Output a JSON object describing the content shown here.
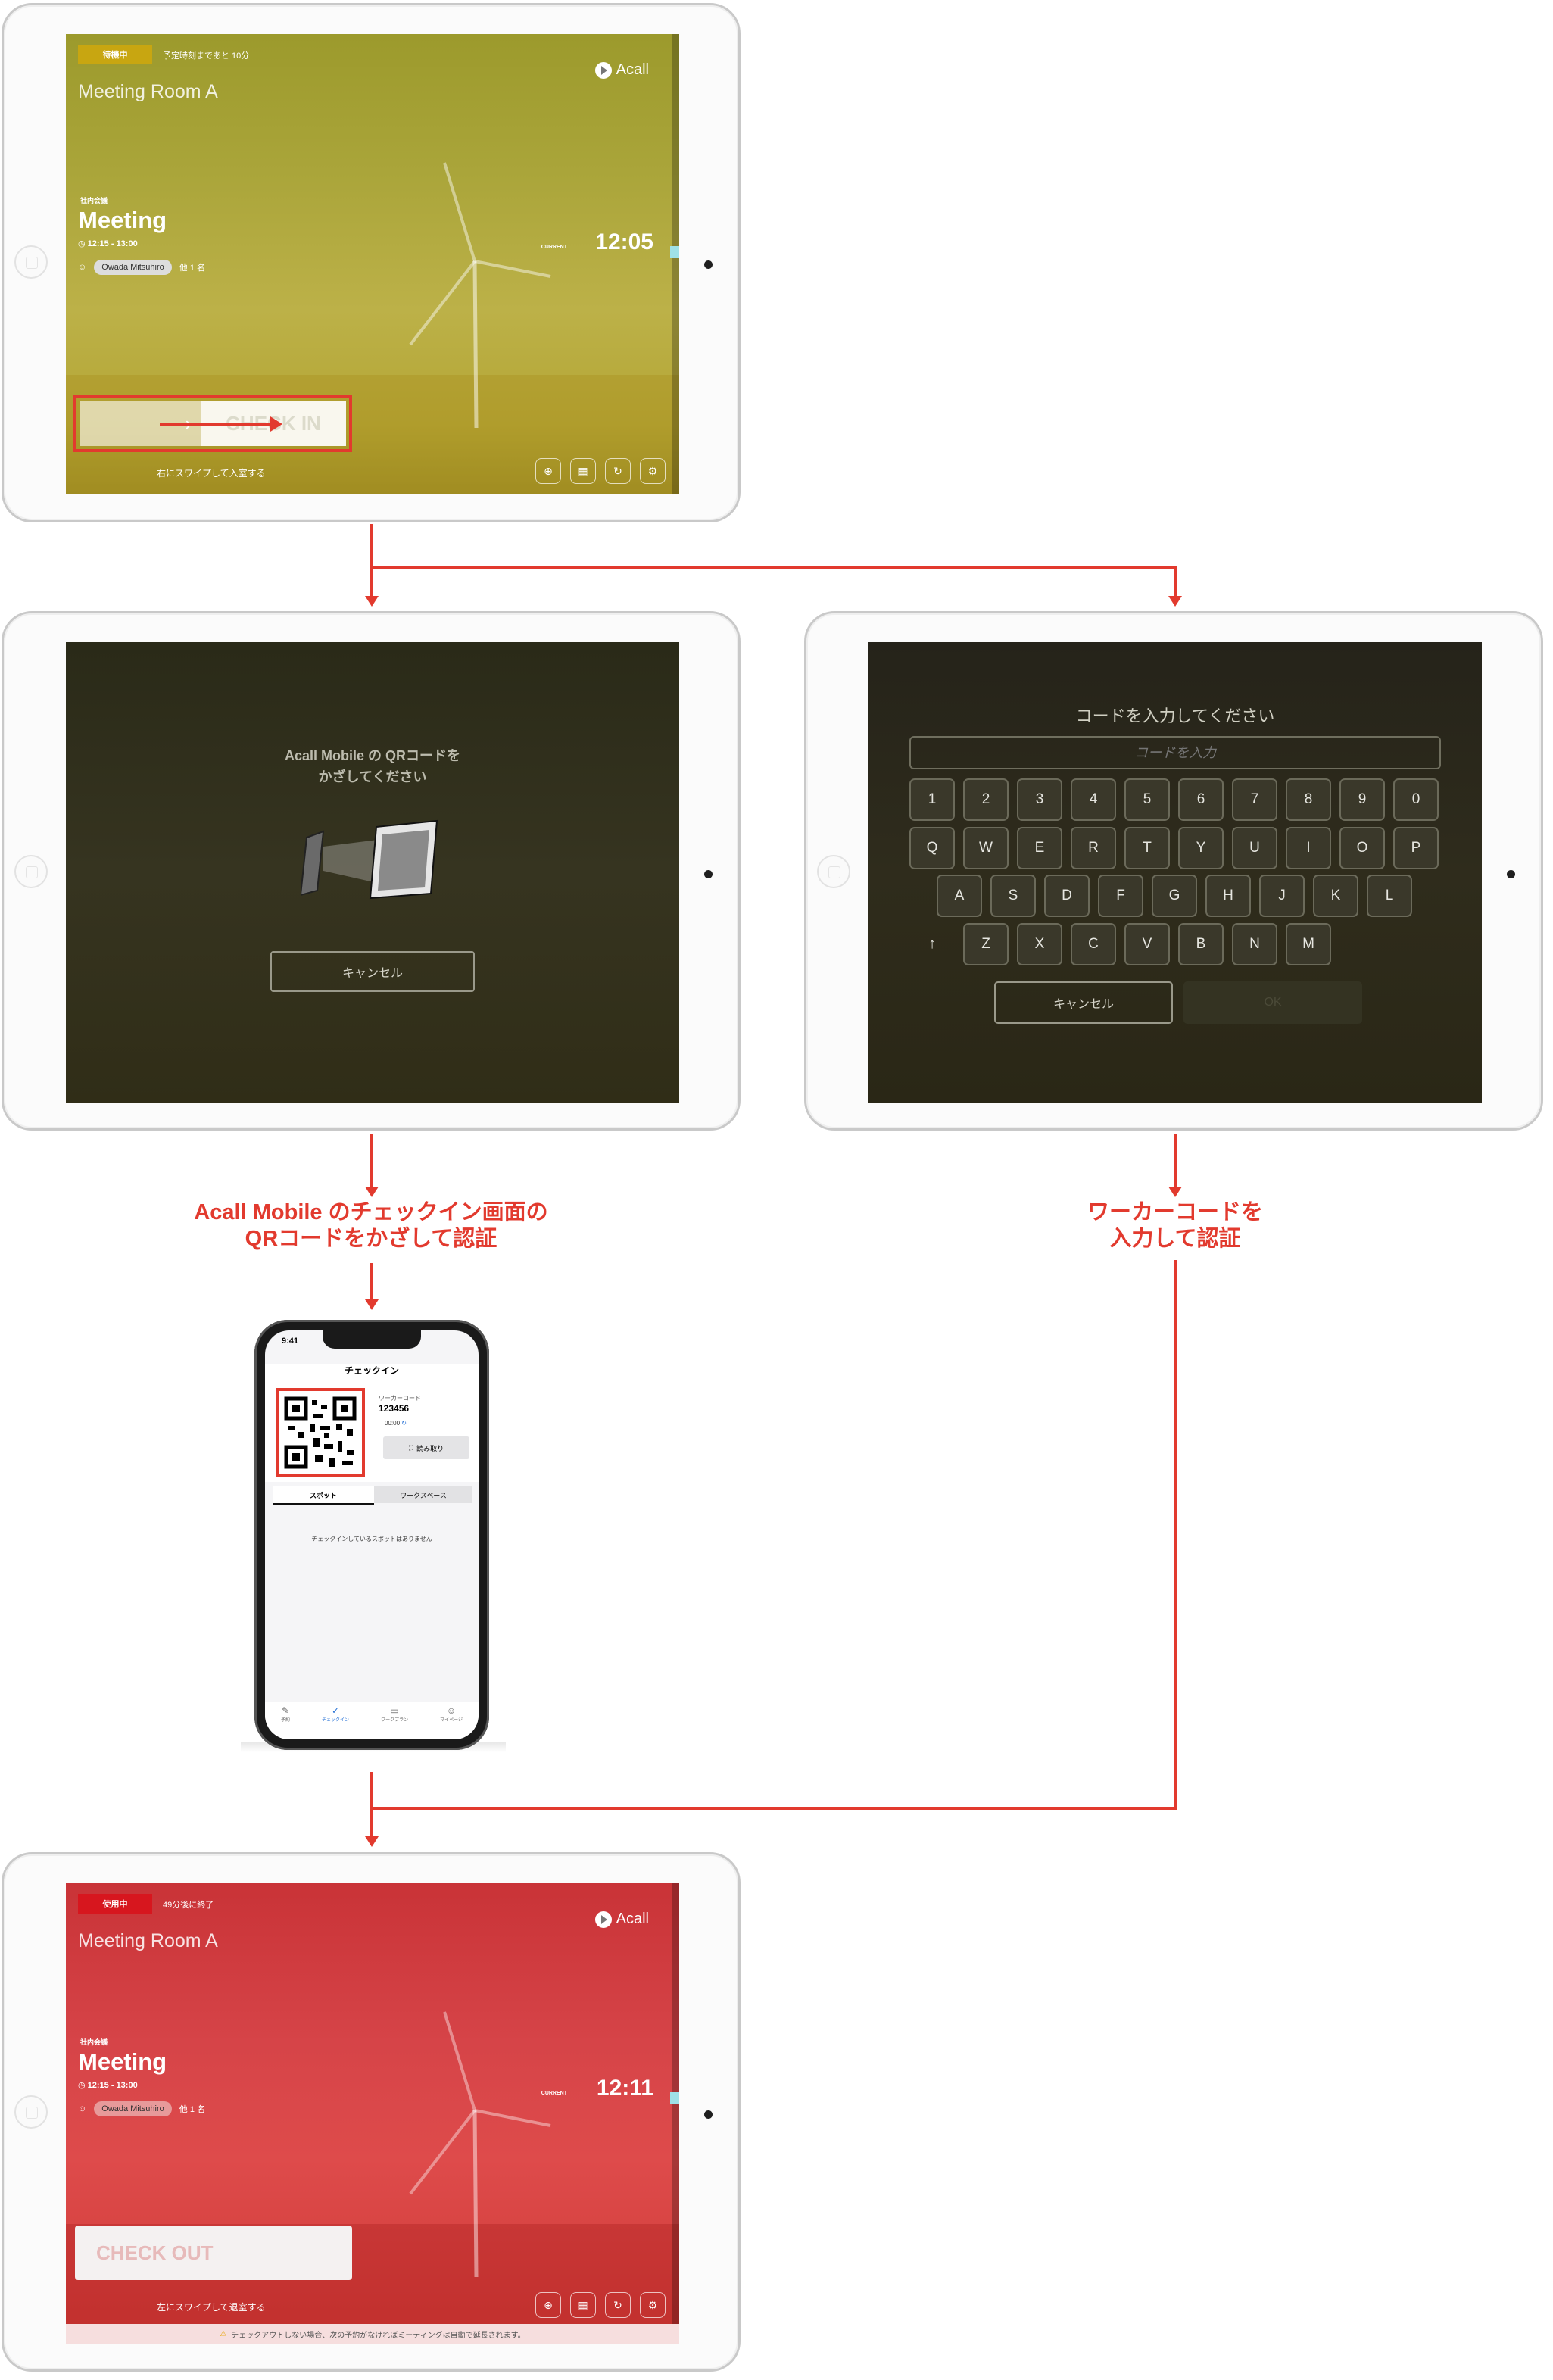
{
  "colors": {
    "arrow": "#e23a2e",
    "standby": "#c8a611",
    "in_use": "#d7161e"
  },
  "screen1": {
    "status": "待機中",
    "status_note": "予定時刻まであと 10分",
    "room": "Meeting Room A",
    "logo": "Acall",
    "tag": "社内会議",
    "meeting_title": "Meeting",
    "time_range": "12:15 - 13:00",
    "attendee": "Owada Mitsuhiro",
    "others": "他 1 名",
    "clock": "12:05",
    "clock_label": "CURRENT",
    "checkin_label": "CHECK IN",
    "swipe_hint": "右にスワイプして入室する",
    "icons": [
      "globe-icon",
      "calendar-icon",
      "refresh-icon",
      "gear-icon"
    ]
  },
  "screen2": {
    "qr_prompt_line1": "Acall Mobile の QRコードを",
    "qr_prompt_line2": "かざしてください",
    "cancel": "キャンセル"
  },
  "screen3": {
    "prompt": "コードを入力してください",
    "placeholder": "コードを入力",
    "row1": [
      "1",
      "2",
      "3",
      "4",
      "5",
      "6",
      "7",
      "8",
      "9",
      "0"
    ],
    "row2": [
      "Q",
      "W",
      "E",
      "R",
      "T",
      "Y",
      "U",
      "I",
      "O",
      "P"
    ],
    "row3": [
      "A",
      "S",
      "D",
      "F",
      "G",
      "H",
      "J",
      "K",
      "L"
    ],
    "row4": [
      "↑",
      "Z",
      "X",
      "C",
      "V",
      "B",
      "N",
      "M"
    ],
    "cancel": "キャンセル",
    "ok": "OK"
  },
  "captions": {
    "left_line1": "Acall Mobile のチェックイン画面の",
    "left_line2": "QRコードをかざして認証",
    "right_line1": "ワーカーコードを",
    "right_line2": "入力して認証"
  },
  "phone": {
    "status_time": "9:41",
    "header": "チェックイン",
    "worker_code_label": "ワーカーコード",
    "worker_code": "123456",
    "timer": "00:00",
    "read_button": "読み取り",
    "tab_spot": "スポット",
    "tab_workspace": "ワークスペース",
    "empty_message": "チェックインしているスポットはありません",
    "nav": [
      "予約",
      "チェックイン",
      "ワークプラン",
      "マイページ"
    ]
  },
  "screen4": {
    "status": "使用中",
    "status_note": "49分後に終了",
    "room": "Meeting Room A",
    "logo": "Acall",
    "tag": "社内会議",
    "meeting_title": "Meeting",
    "time_range": "12:15 - 13:00",
    "attendee": "Owada Mitsuhiro",
    "others": "他 1 名",
    "clock": "12:11",
    "clock_label": "CURRENT",
    "checkout_label": "CHECK OUT",
    "swipe_hint": "左にスワイプして退室する",
    "warning": "チェックアウトしない場合、次の予約がなければミーティングは自動で延長されます。"
  }
}
